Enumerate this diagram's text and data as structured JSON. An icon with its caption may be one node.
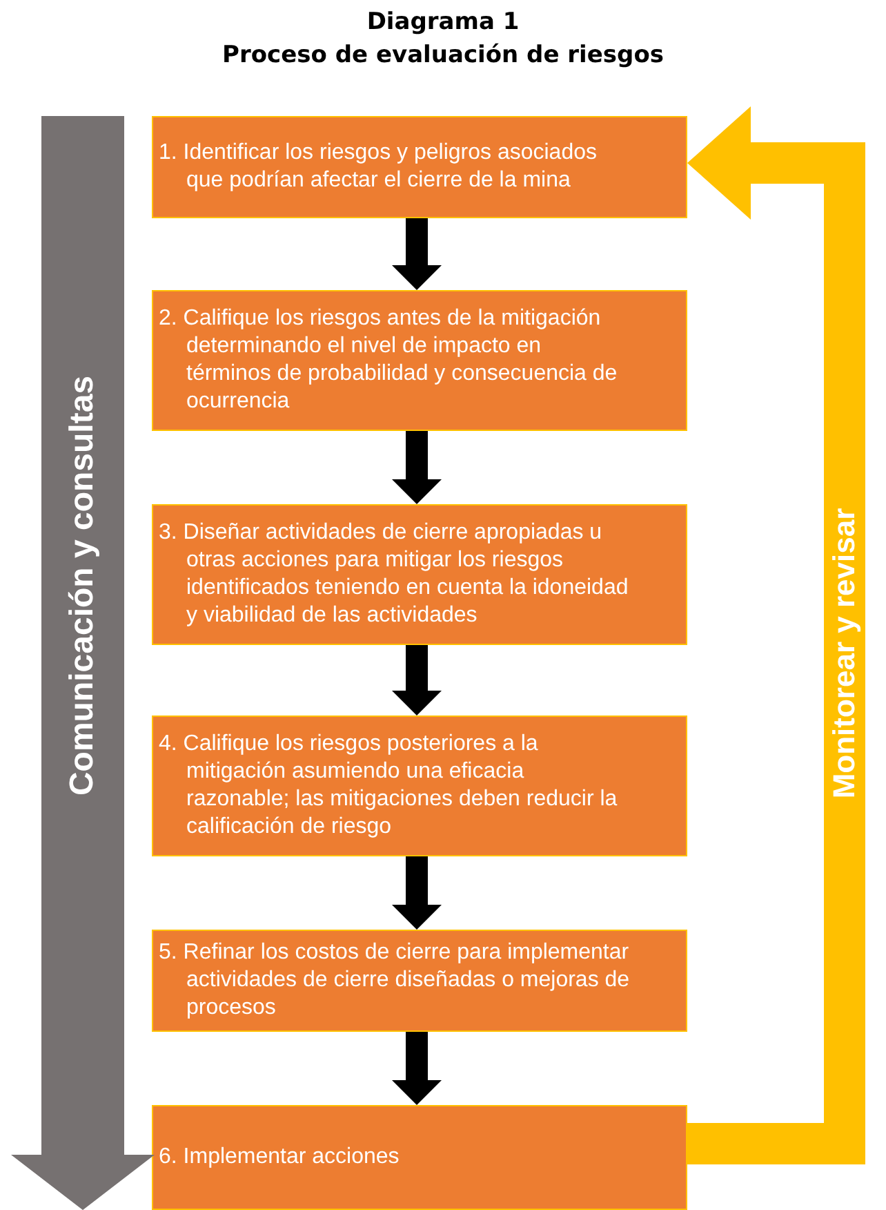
{
  "diagram": {
    "title": "Diagrama 1",
    "nodes": [
      {
        "text": [
          "1. Identificar los riesgos y peligros asociados que podrían afectar el cierre de la mina"
        ]
      },
      {
        "text": [
          "2. Califique los riesgos antes de la mitigación determinando el nivel de impacto en términos de probabilidad y consecuencia de ocurrencia"
        ]
      },
      {
        "text": [
          "3. Diseñar actividades de cierre apropiadas u otras acciones para mitigar los riesgos identificados teniendo en cuenta la idoneidad y viabilidad de las actividades"
        ]
      },
      {
        "text": [
          "4. Califique los riesgos posteriores a la mitigación asumiendo una eficacia razonable; las mitigaciones deben reducir la calificación de riesgo"
        ]
      },
      {
        "text": [
          "5. Refinar los costos de cierre para implementar actividades de cierre diseñadas o mejoras de procesos"
        ]
      },
      {
        "text": [
          "6. Implementar acciones"
        ]
      },
      {
        "text": [
          "Comunicación y consultas"
        ]
      }
    ],
    "edges": [
      {
        "from": 0,
        "to": 1,
        "arrow": "to"
      },
      {
        "from": 1,
        "to": 2,
        "arrow": "to"
      },
      {
        "from": 2,
        "to": 3,
        "arrow": "to"
      },
      {
        "from": 3,
        "to": 4,
        "arrow": "to"
      },
      {
        "from": 4,
        "to": 5,
        "arrow": "to"
      },
      {
        "from": 5,
        "to": 0,
        "arrow": "to",
        "style": "thick",
        "color": "#ffc000",
        "label": "Monitorear y revisar"
      }
    ],
    "labels": [
      "Proceso de evaluación de riesgos"
    ]
  }
}
